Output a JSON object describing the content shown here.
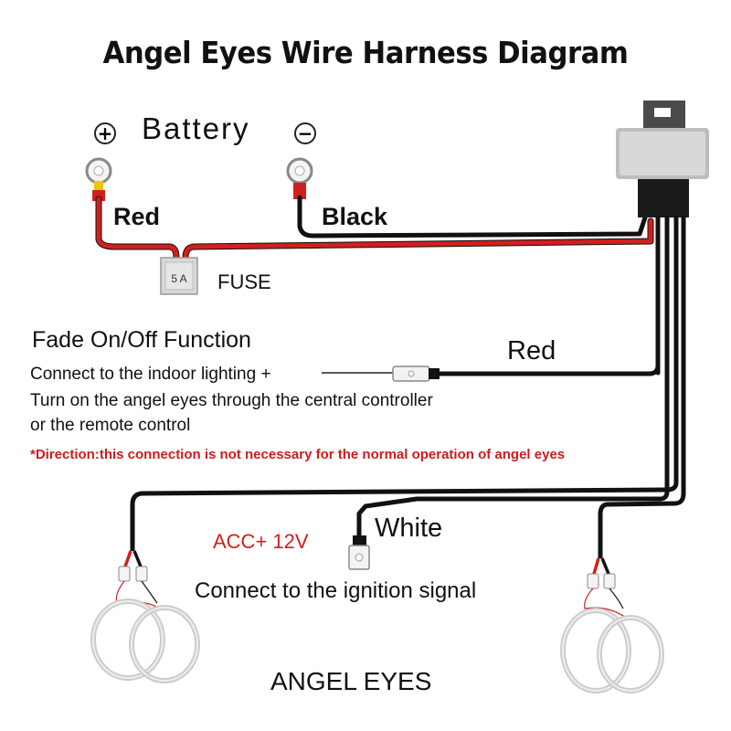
{
  "title": "Angel Eyes Wire Harness Diagram",
  "battery": {
    "label": "Battery",
    "positive_symbol": "+",
    "negative_symbol": "−"
  },
  "wires": {
    "red_top": "Red",
    "black_top": "Black",
    "red_mid": "Red",
    "white": "White"
  },
  "fuse": {
    "rating": "5 A",
    "label": "FUSE"
  },
  "fade": {
    "heading": "Fade On/Off Function",
    "line1": "Connect to the indoor lighting +",
    "line2": "Turn on the angel eyes through the central controller",
    "line3": "or the remote control"
  },
  "note": "*Direction:this connection is not necessary for the normal operation of angel eyes",
  "acc": "ACC+ 12V",
  "ignition": "Connect to the ignition signal",
  "angel_eyes": "ANGEL EYES",
  "colors": {
    "red_wire": "#e02020",
    "black_wire": "#111111",
    "note_red": "#cc1c1c"
  }
}
